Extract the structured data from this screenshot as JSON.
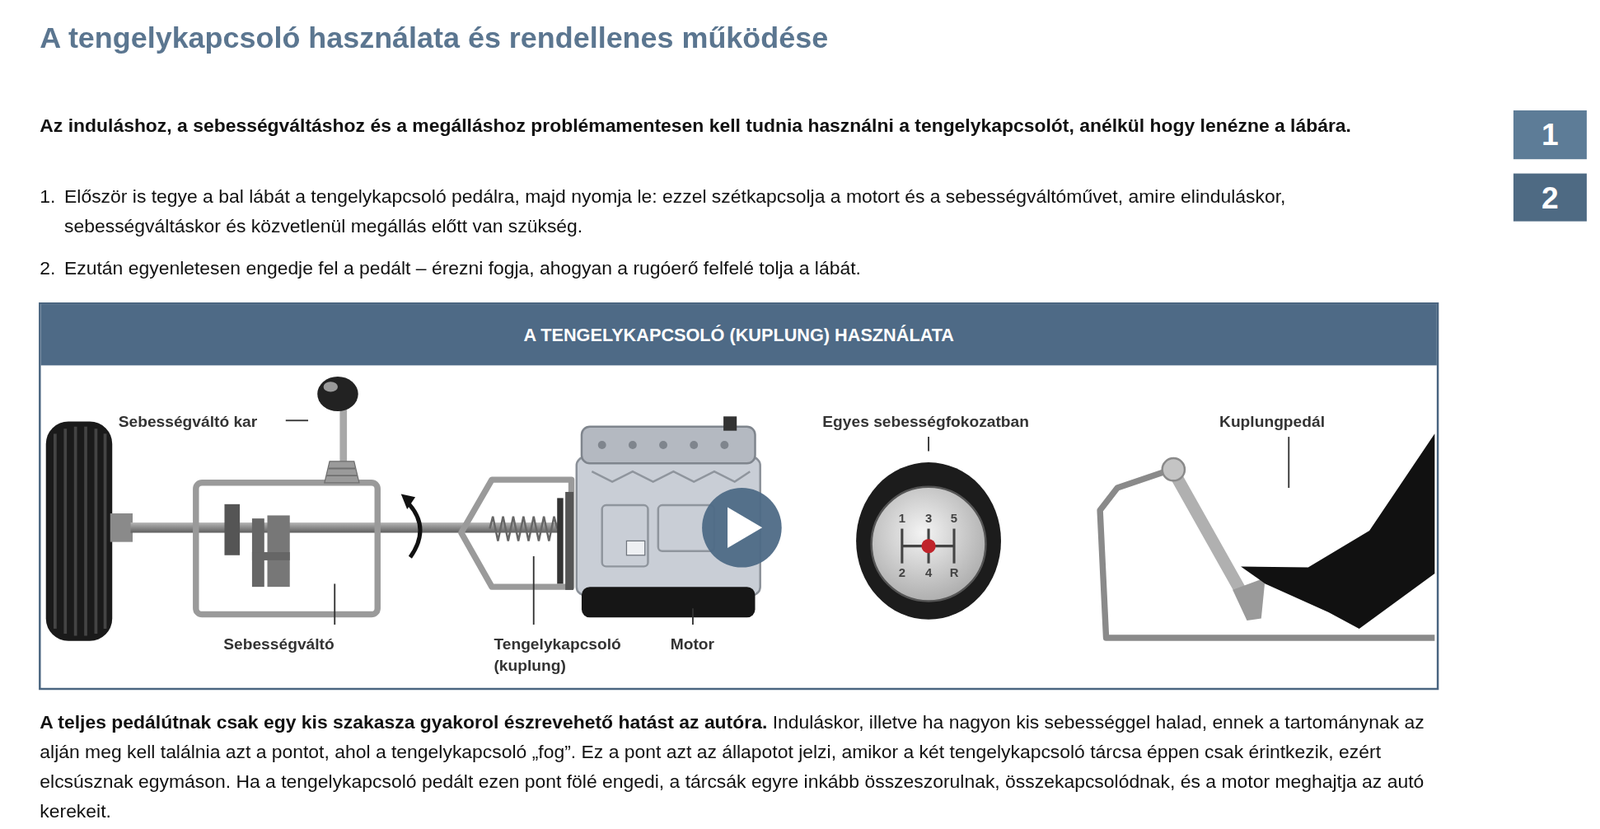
{
  "diagram": {
    "title": "A tengelykapcsoló használata és rendellenes működése",
    "nodes": [
      {
        "text": [
          "A TENGELYKAPCSOLÓ (KUPLUNG) HASZNÁLATA"
        ]
      },
      {
        "text": [
          "1"
        ]
      },
      {
        "text": [
          "2"
        ]
      }
    ],
    "labels": [
      "Az induláshoz, a sebességváltáshoz és a megálláshoz problémamentesen kell tudnia használni a tengelykapcsolót, anélkül hogy lenézne a lábára.",
      "1.",
      "Először is tegye a bal lábát a tengelykapcsoló pedálra, majd nyomja le: ezzel szétkapcsolja a motort és a sebességváltóművet, amire elinduláskor, sebességváltáskor és közvetlenül megállás előtt van szükség.",
      "2.",
      "Ezután egyenletesen engedje fel a pedált – érezni fogja, ahogyan a rugóerő felfelé tolja a lábát.",
      "Sebességváltó kar",
      "Sebességváltó",
      "Tengelykapcsoló (kuplung)",
      "Motor",
      "Egyes sebességfokozatban",
      "Kuplungpedál",
      "1",
      "3",
      "5",
      "2",
      "4",
      "R",
      "A teljes pedálútnak csak egy kis szakasza gyakorol észrevehető hatást az autóra.",
      "Induláskor, illetve ha nagyon kis sebességgel halad, ennek a tartománynak az alján meg kell találnia azt a pontot, ahol a tengelykapcsoló „fog”. Ez a pont azt az állapotot jelzi, amikor a két tengelykapcsoló tárcsa éppen csak érintkezik, ezért elcsúsznak egymáson. Ha a tengelykapcsoló pedált ezen pont fölé engedi, a tárcsák egyre inkább összeszorulnak, összekapcsolódnak, és a motor meghajtja az autó kerekeit."
    ]
  }
}
